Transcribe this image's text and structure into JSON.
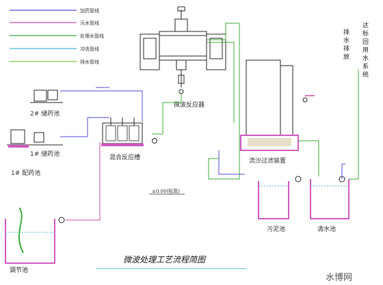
{
  "legend": [
    {
      "label": "加药管线",
      "color": "#4a4ad8"
    },
    {
      "label": "污水管线",
      "color": "#c84aa0"
    },
    {
      "label": "处理水管线",
      "color": "#3aa83a"
    },
    {
      "label": "冲洗管线",
      "color": "#48b8d8"
    },
    {
      "label": "排水管线",
      "color": "#7ac84a"
    }
  ],
  "units": {
    "microwave_reactor": "微波反应器",
    "mixing_reactor": "混合反应槽",
    "tank2": "2# 储药池",
    "tank1": "1# 储药池",
    "tank1_label2": "1# 配药池",
    "regulating_tank": "调节池",
    "sand_filter": "流沙过滤装置",
    "sludge_tank": "污泥池",
    "clear_tank": "清水池",
    "discharge": "排水排放",
    "reuse": "达标回用水系统"
  },
  "elevation": "±0.00(标高)",
  "title": "微波处理工艺流程简图",
  "watermark": "水博网",
  "colors": {
    "pipe": "#4a4ad8",
    "water": "#3aa83a",
    "sewage": "#c84aa0",
    "wash": "#48b8d8",
    "tank": "#d058c0",
    "equip": "#222222"
  }
}
